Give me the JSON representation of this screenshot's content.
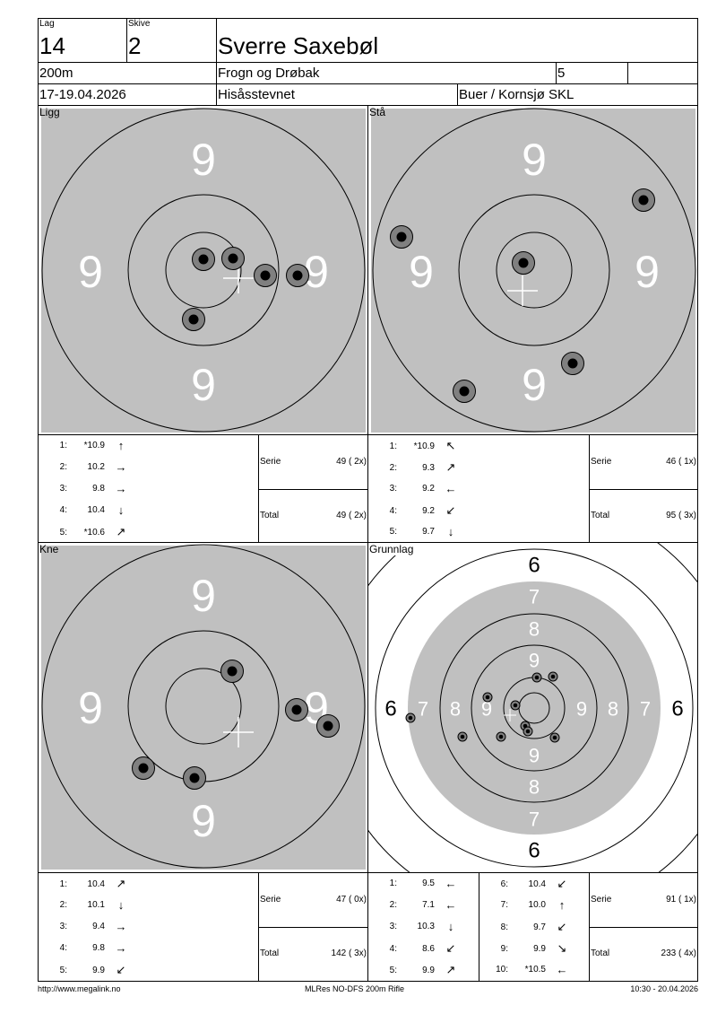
{
  "header": {
    "lag_label": "Lag",
    "lag": "14",
    "skive_label": "Skive",
    "skive": "2",
    "name": "Sverre Saxebøl",
    "distance": "200m",
    "club": "Frogn og Drøbak",
    "class": "5",
    "extra": "",
    "date": "17-19.04.2026",
    "event": "Hisåsstevnet",
    "organizer": "Buer / Kornsjø SKL"
  },
  "panels": [
    {
      "label": "Ligg",
      "ring_numbers": [
        "9",
        "9",
        "9",
        "9"
      ],
      "shots": [
        {
          "n": "1:",
          "v": "*10.9",
          "dir": "↑"
        },
        {
          "n": "2:",
          "v": "10.2",
          "dir": "→"
        },
        {
          "n": "3:",
          "v": "9.8",
          "dir": "→"
        },
        {
          "n": "4:",
          "v": "10.4",
          "dir": "↓"
        },
        {
          "n": "5:",
          "v": "*10.6",
          "dir": "↗"
        }
      ],
      "serie_label": "Serie",
      "serie": "49 ( 2x)",
      "total_label": "Total",
      "total": "49 ( 2x)"
    },
    {
      "label": "Stå",
      "ring_numbers": [
        "9",
        "9",
        "9",
        "9"
      ],
      "shots": [
        {
          "n": "1:",
          "v": "*10.9",
          "dir": "↖"
        },
        {
          "n": "2:",
          "v": "9.3",
          "dir": "↗"
        },
        {
          "n": "3:",
          "v": "9.2",
          "dir": "←"
        },
        {
          "n": "4:",
          "v": "9.2",
          "dir": "↙"
        },
        {
          "n": "5:",
          "v": "9.7",
          "dir": "↓"
        }
      ],
      "serie_label": "Serie",
      "serie": "46 ( 1x)",
      "total_label": "Total",
      "total": "95 ( 3x)"
    },
    {
      "label": "Kne",
      "ring_numbers": [
        "9",
        "9",
        "9",
        "9"
      ],
      "shots": [
        {
          "n": "1:",
          "v": "10.4",
          "dir": "↗"
        },
        {
          "n": "2:",
          "v": "10.1",
          "dir": "↓"
        },
        {
          "n": "3:",
          "v": "9.4",
          "dir": "→"
        },
        {
          "n": "4:",
          "v": "9.8",
          "dir": "→"
        },
        {
          "n": "5:",
          "v": "9.9",
          "dir": "↙"
        }
      ],
      "serie_label": "Serie",
      "serie": "47 ( 0x)",
      "total_label": "Total",
      "total": "142 ( 3x)"
    },
    {
      "label": "Grunnlag",
      "ring_labels": {
        "six": "6",
        "seven": "7",
        "eight": "8",
        "nine": "9"
      },
      "shots": [
        {
          "n": "1:",
          "v": "9.5",
          "dir": "←"
        },
        {
          "n": "2:",
          "v": "7.1",
          "dir": "←"
        },
        {
          "n": "3:",
          "v": "10.3",
          "dir": "↓"
        },
        {
          "n": "4:",
          "v": "8.6",
          "dir": "↙"
        },
        {
          "n": "5:",
          "v": "9.9",
          "dir": "↗"
        },
        {
          "n": "6:",
          "v": "10.4",
          "dir": "↙"
        },
        {
          "n": "7:",
          "v": "10.0",
          "dir": "↑"
        },
        {
          "n": "8:",
          "v": "9.7",
          "dir": "↙"
        },
        {
          "n": "9:",
          "v": "9.9",
          "dir": "↘"
        },
        {
          "n": "10:",
          "v": "*10.5",
          "dir": "←"
        }
      ],
      "serie_label": "Serie",
      "serie": "91 ( 1x)",
      "total_label": "Total",
      "total": "233 ( 4x)"
    }
  ],
  "footer": {
    "url": "http://www.megalink.no",
    "program": "MLRes NO-DFS 200m Rifle",
    "timestamp": "10:30 - 20.04.2026"
  },
  "colors": {
    "target_gray": "#c0c0c0",
    "shot_gray": "#808080"
  }
}
